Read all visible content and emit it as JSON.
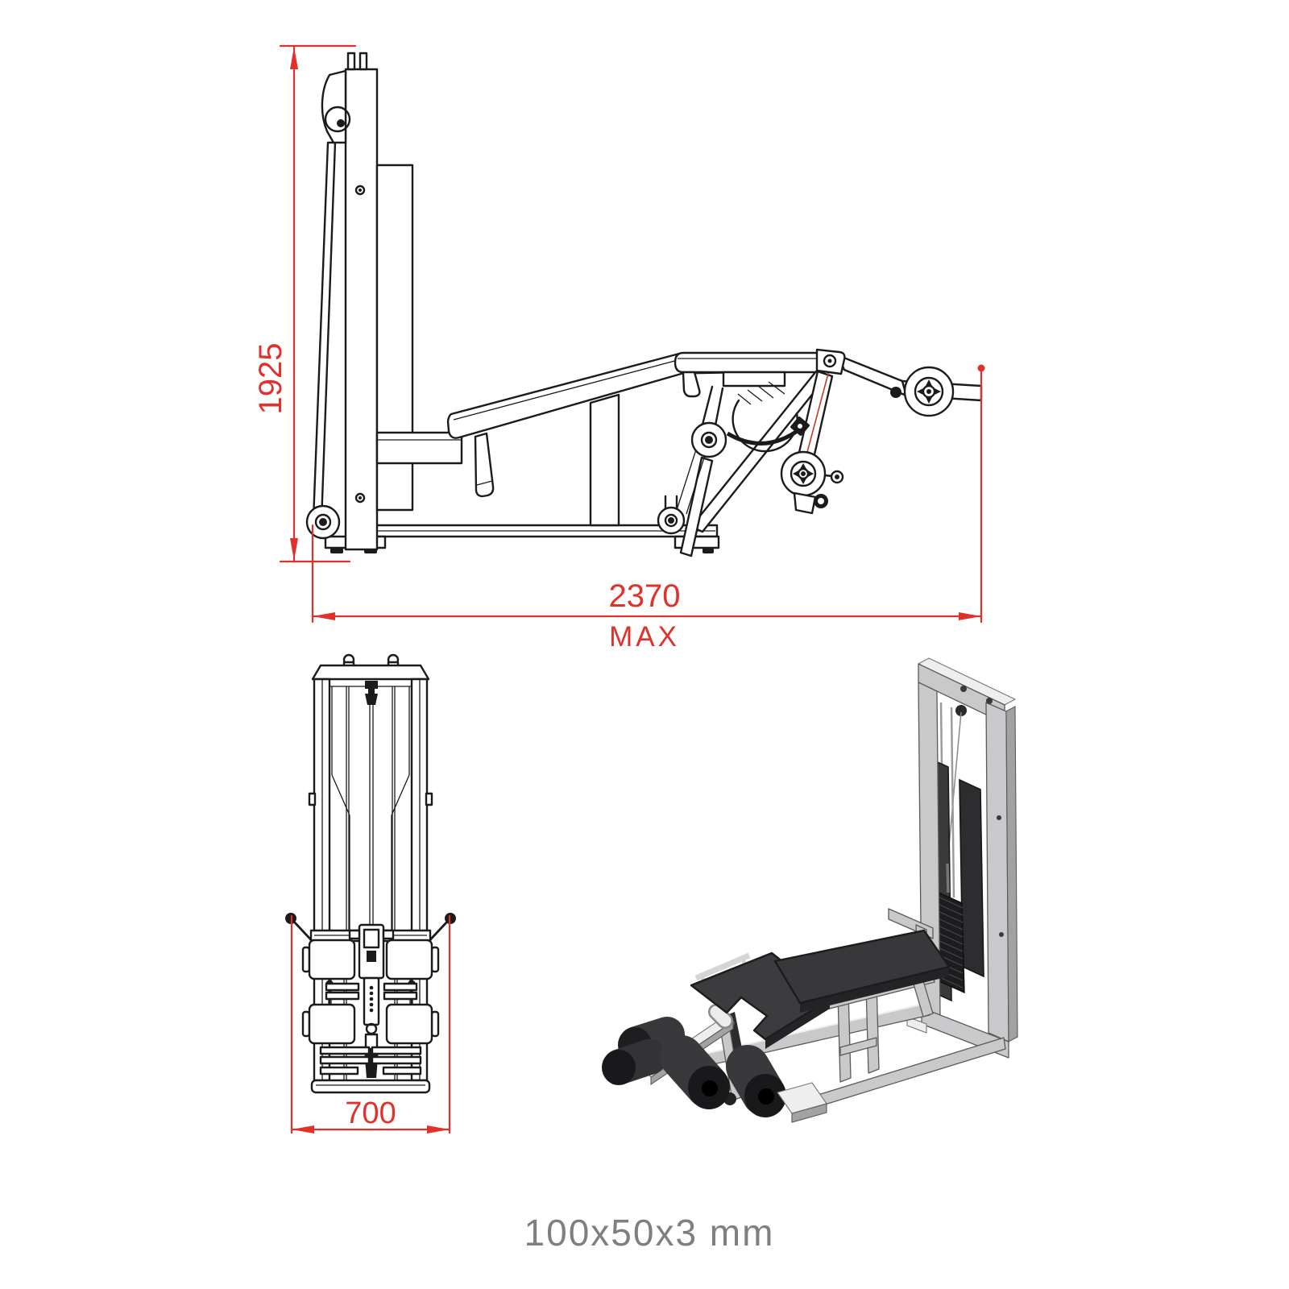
{
  "document": {
    "type": "technical dimension drawing",
    "background": "#ffffff"
  },
  "views": {
    "side": {
      "name": "side elevation of bench machine",
      "dims": {
        "height": {
          "value": "1925"
        },
        "length": {
          "value": "2370",
          "qualifier": "MAX"
        }
      }
    },
    "front": {
      "name": "front elevation of weight tower",
      "dims": {
        "width": {
          "value": "700"
        }
      }
    },
    "isometric": {
      "name": "isometric shaded render of machine"
    }
  },
  "footer": {
    "profile_spec": "100x50x3 mm"
  },
  "colors": {
    "dimension_red": "#e0312a",
    "line_black": "#1b1b1b",
    "note_gray": "#7f7f7f",
    "frame_gray": "#c9c9cb",
    "pad_charcoal": "#3a3a3d"
  }
}
